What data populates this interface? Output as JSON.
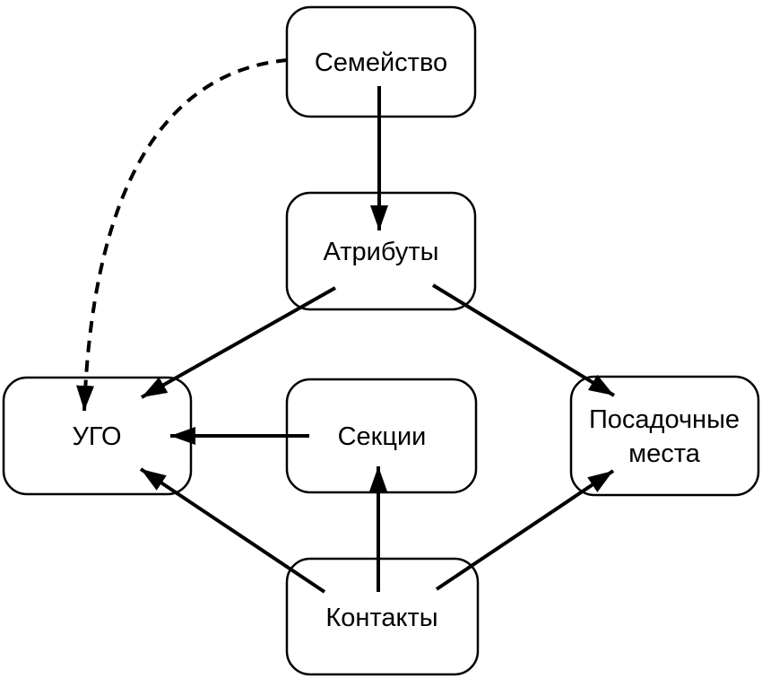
{
  "diagram": {
    "description": "Dependency diagram of library component parts",
    "colors": {
      "background": "#ffffff",
      "node_fill": "#ffffff",
      "node_border": "#000000",
      "edge": "#000000",
      "text": "#000000"
    },
    "nodes": [
      {
        "id": "family",
        "label": "Семейство"
      },
      {
        "id": "attributes",
        "label": "Атрибуты"
      },
      {
        "id": "ugo",
        "label": "УГО"
      },
      {
        "id": "sections",
        "label": "Секции"
      },
      {
        "id": "footprints",
        "label_line1": "Посадочные",
        "label_line2": "места"
      },
      {
        "id": "contacts",
        "label": "Контакты"
      }
    ],
    "edges": [
      {
        "from": "Семейство",
        "to": "Атрибуты",
        "style": "solid"
      },
      {
        "from": "Семейство",
        "to": "УГО",
        "style": "dashed"
      },
      {
        "from": "Атрибуты",
        "to": "УГО",
        "style": "solid"
      },
      {
        "from": "Атрибуты",
        "to": "Посадочные места",
        "style": "solid"
      },
      {
        "from": "Секции",
        "to": "УГО",
        "style": "solid"
      },
      {
        "from": "Контакты",
        "to": "УГО",
        "style": "solid"
      },
      {
        "from": "Контакты",
        "to": "Секции",
        "style": "solid"
      },
      {
        "from": "Контакты",
        "to": "Посадочные места",
        "style": "solid"
      }
    ]
  }
}
